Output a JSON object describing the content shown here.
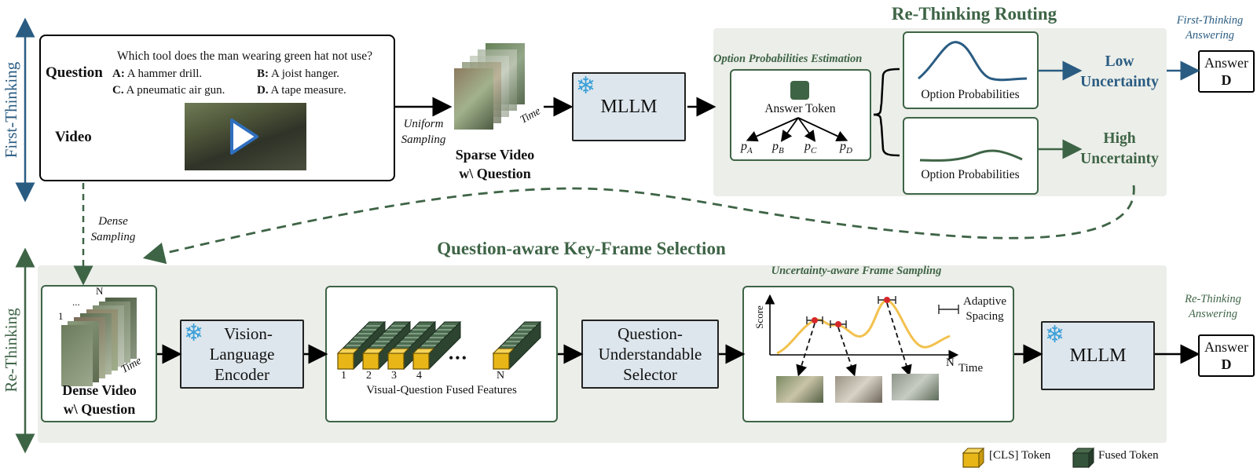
{
  "side_labels": {
    "first_thinking": "First-Thinking",
    "re_thinking": "Re-Thinking"
  },
  "question_box": {
    "question_label": "Question",
    "question_text": "Which tool does the man wearing green hat not use?",
    "opt_a_key": "A:",
    "opt_a": "A hammer drill.",
    "opt_b_key": "B:",
    "opt_b": "A joist hanger.",
    "opt_c_key": "C.",
    "opt_c": "A pneumatic air gun.",
    "opt_d_key": "D.",
    "opt_d": "A tape measure.",
    "video_label": "Video"
  },
  "uniform_sampling": [
    "Uniform",
    "Sampling"
  ],
  "sparse_video": {
    "time_label": "Time",
    "caption": [
      "Sparse Video",
      "w\\ Question"
    ]
  },
  "mllm_top": "MLLM",
  "routing": {
    "title": "Re-Thinking Routing",
    "estimation_label": "Option Probabilities Estimation",
    "answer_token": "Answer Token",
    "probs": [
      "p",
      "p",
      "p",
      "p"
    ],
    "prob_subs": [
      "A",
      "B",
      "C",
      "D"
    ],
    "option_prob_top": "Option Probabilities",
    "option_prob_bottom": "Option Probabilities",
    "low_uncertainty": [
      "Low",
      "Uncertainty"
    ],
    "high_uncertainty": [
      "High",
      "Uncertainty"
    ]
  },
  "first_answering": {
    "label": [
      "First-Thinking",
      "Answering"
    ],
    "answer": "Answer",
    "letter": "D"
  },
  "dense_sampling": [
    "Dense",
    "Sampling"
  ],
  "key_frame": {
    "title": "Question-aware Key-Frame Selection",
    "dense_caption": [
      "Dense Video",
      "w\\ Question"
    ],
    "dense_one": "1",
    "dense_dots": "...",
    "dense_n": "N",
    "dense_time": "Time",
    "encoder": [
      "Vision-",
      "Language",
      "Encoder"
    ],
    "fused_numbers": [
      "1",
      "2",
      "3",
      "4"
    ],
    "fused_n": "N",
    "fused_dots": "•••",
    "fused_caption": "Visual-Question Fused Features",
    "selector": [
      "Question-",
      "Understandable",
      "Selector"
    ],
    "sampling_title": "Uncertainty-aware Frame Sampling",
    "score_label": "Score",
    "n_label": "N",
    "time_label": "Time",
    "adaptive": [
      "Adaptive",
      "Spacing"
    ],
    "mllm": "MLLM"
  },
  "re_answering": {
    "label": [
      "Re-Thinking",
      "Answering"
    ],
    "answer": "Answer",
    "letter": "D"
  },
  "legend": {
    "cls": "[CLS] Token",
    "fused": "Fused Token"
  },
  "colors": {
    "green": "#3e6446",
    "blue": "#2a5c82",
    "panel": "#eceee9",
    "box_fill": "#dde6ec",
    "cls_token": "#e8b717",
    "fused_token": "#34543b",
    "curve": "#f2c14e",
    "snow": "#3a9fd8"
  }
}
